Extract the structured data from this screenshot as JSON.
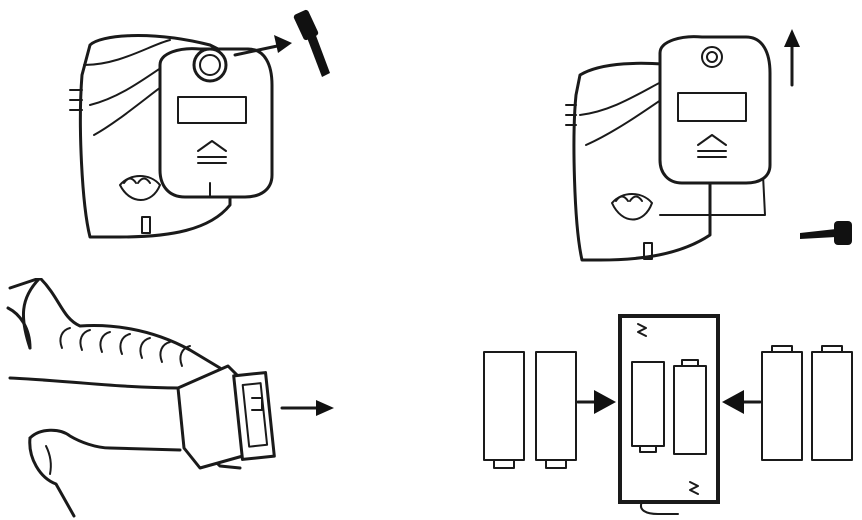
{
  "diagram": {
    "panels": [
      {
        "name": "step-remove-screw",
        "icon": "screwdriver-screw-icon"
      },
      {
        "name": "step-slide-cover-up",
        "icon": "up-arrow-icon"
      },
      {
        "name": "step-pull-battery-tray",
        "icon": "right-arrow-icon"
      },
      {
        "name": "step-insert-batteries",
        "icon": "battery-icon"
      }
    ],
    "colors": {
      "line": "#1a1a1a",
      "background": "#ffffff"
    }
  }
}
